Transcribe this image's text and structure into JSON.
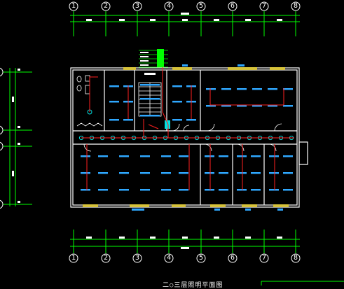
{
  "drawing": {
    "axis_labels": [
      "1",
      "2",
      "3",
      "4",
      "5",
      "6",
      "7",
      "8"
    ],
    "title": "二○三层照明平面图",
    "colors": {
      "background": "#000000",
      "axis": "#00ff00",
      "walls": "#ffffff",
      "window": "#d6c23a",
      "lights": "#2fa8ff",
      "wiring": "#ff2020",
      "fixtures": "#00e0e0",
      "panel": "#00ff00"
    },
    "symbols": [
      "light-fixture",
      "switch",
      "distribution-panel",
      "stair",
      "door-swing",
      "window"
    ]
  }
}
